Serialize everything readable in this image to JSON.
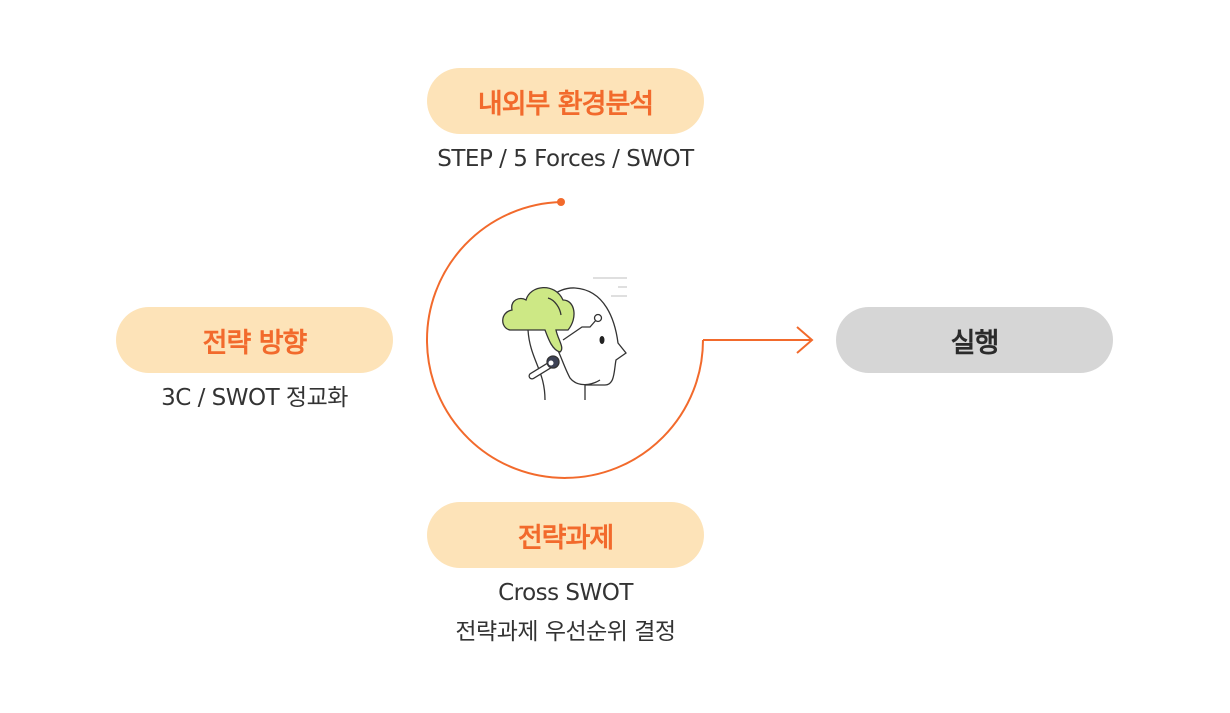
{
  "nodes": {
    "analysis": {
      "label": "내외부 환경분석",
      "sub": "STEP / 5 Forces / SWOT"
    },
    "direction": {
      "label": "전략 방향",
      "sub": "3C / SWOT 정교화"
    },
    "tasks": {
      "label": "전략과제",
      "sub1": "Cross SWOT",
      "sub2": "전략과제 우선순위 결정"
    },
    "execute": {
      "label": "실행"
    }
  },
  "colors": {
    "accent": "#f26a2c",
    "pill": "#fde3b8",
    "gray": "#d6d6d6",
    "cloud": "#cde885"
  },
  "icon": "head-cloud-thinking-icon"
}
